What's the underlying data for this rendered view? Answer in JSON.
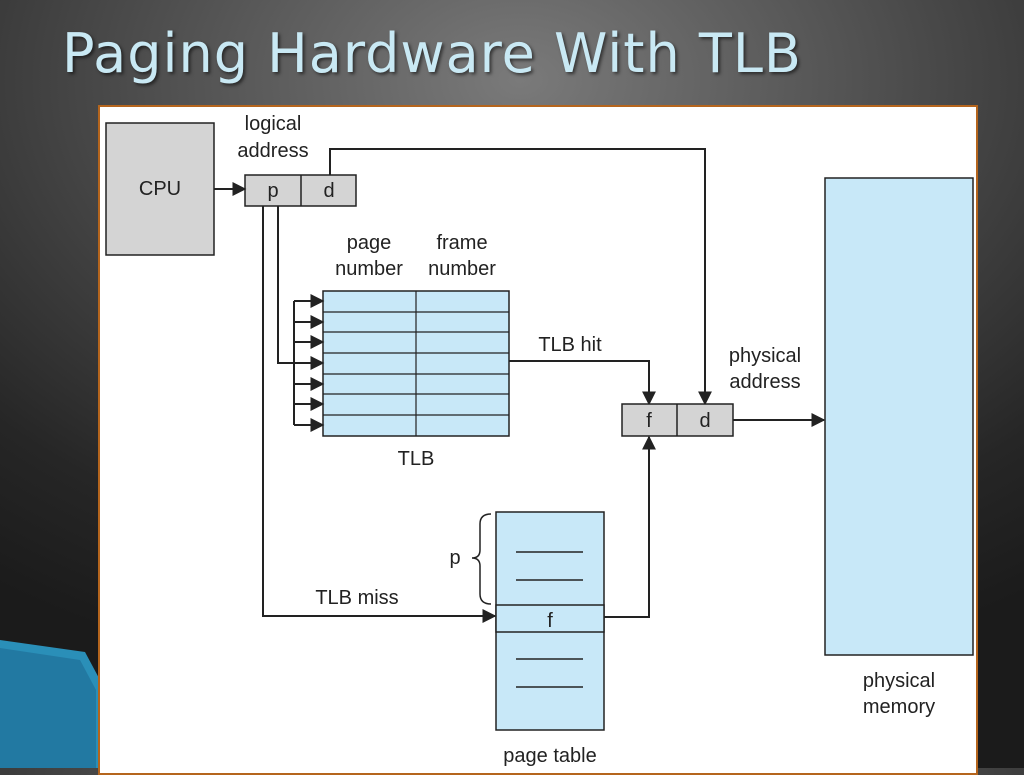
{
  "title": "Paging Hardware With TLB",
  "colors": {
    "title": "#c9e9f4",
    "frame_border": "#b5651d",
    "table_fill": "#c8e8f8",
    "box_fill": "#d4d4d4",
    "line": "#222222"
  },
  "diagram": {
    "cpu_label": "CPU",
    "logical_address_label": [
      "logical",
      "address"
    ],
    "logical_p": "p",
    "logical_d": "d",
    "page_number_label": [
      "page",
      "number"
    ],
    "frame_number_label": [
      "frame",
      "number"
    ],
    "tlb_label": "TLB",
    "tlb_hit_label": "TLB hit",
    "tlb_miss_label": "TLB miss",
    "physical_address_label": [
      "physical",
      "address"
    ],
    "physical_f": "f",
    "physical_d": "d",
    "page_table_p": "p",
    "page_table_f": "f",
    "page_table_label": "page table",
    "physical_memory_label": [
      "physical",
      "memory"
    ]
  }
}
